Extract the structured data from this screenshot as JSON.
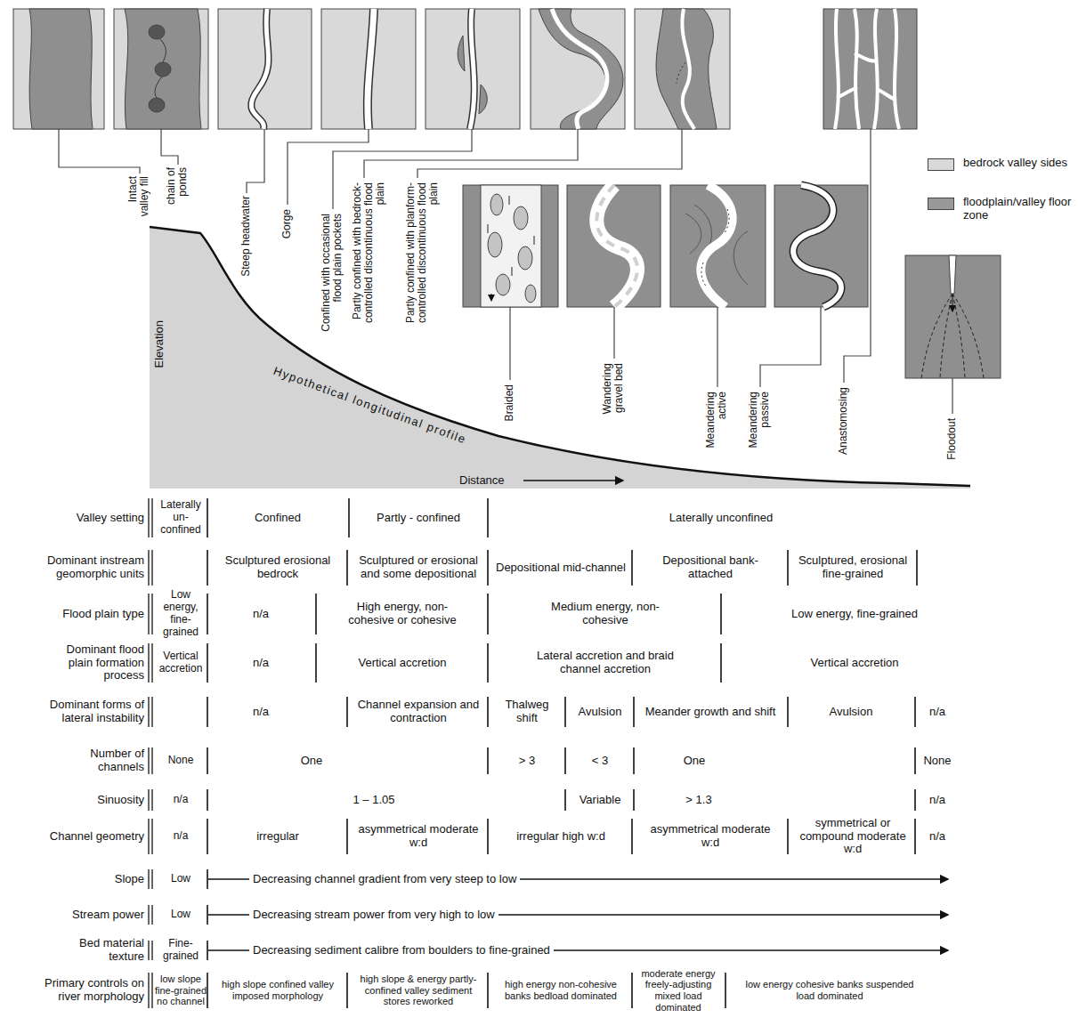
{
  "diagram": {
    "labels": [
      "Intact valley fill",
      "chain of ponds",
      "Steep headwater",
      "Gorge",
      "Confined with occasional flood plain pockets",
      "Partly confined with bedrock-controlled discontinuous flood plain",
      "Partly confined with planform-controlled discontinuous flood plain",
      "Braided",
      "Wandering gravel bed",
      "Meandering active",
      "Meandering passive",
      "Anastomosing",
      "Floodout",
      "Elevation",
      "Hypothetical longitudinal profile",
      "Distance",
      "Valley setting",
      "Laterally un-confined",
      "Confined",
      "Partly - confined",
      "Laterally unconfined",
      "Dominant instream geomorphic units",
      "Sculptured erosional bedrock",
      "Sculptured or erosional and some depositional",
      "Depositional mid-channel",
      "Depositional bank-attached",
      "Sculptured, erosional fine-grained",
      "Flood plain type",
      "Low energy, fine-grained",
      "n/a",
      "High energy, non-cohesive or cohesive",
      "Medium energy, non-cohesive",
      "Low energy, fine-grained",
      "Dominant flood plain formation process",
      "Vertical accretion",
      "n/a",
      "Vertical accretion",
      "Lateral accretion and braid channel accretion",
      "Vertical accretion",
      "Dominant forms of lateral instability",
      "n/a",
      "Channel expansion and contraction",
      "Thalweg shift",
      "Avulsion",
      "Meander growth and shift",
      "Avulsion",
      "n/a",
      "Number of channels",
      "None",
      "One",
      "> 3",
      "< 3",
      "One",
      "None",
      "Sinuosity",
      "n/a",
      "1 – 1.05",
      "Variable",
      "> 1.3",
      "n/a",
      "Channel geometry",
      "n/a",
      "irregular",
      "asymmetrical moderate w:d",
      "irregular high w:d",
      "asymmetrical moderate w:d",
      "symmetrical or compound moderate w:d",
      "n/a",
      "Slope",
      "Low",
      "Decreasing channel gradient from very steep to low",
      "Stream power",
      "Low",
      "Decreasing stream power from very high to low",
      "Bed material texture",
      "Fine-grained",
      "Decreasing sediment calibre from boulders to fine-grained",
      "Primary controls on river morphology",
      "low slope fine-grained no channel",
      "high slope confined valley imposed morphology",
      "high slope & energy partly-confined valley sediment stores reworked",
      "high energy non-cohesive banks bedload dominated",
      "moderate energy freely-adjusting mixed load dominated",
      "low energy cohesive banks suspended load dominated"
    ],
    "legend": [
      {
        "text": "bedrock valley sides",
        "color": "#d9d9d9"
      },
      {
        "text": "floodplain/valley floor zone",
        "color": "#999999"
      }
    ]
  }
}
